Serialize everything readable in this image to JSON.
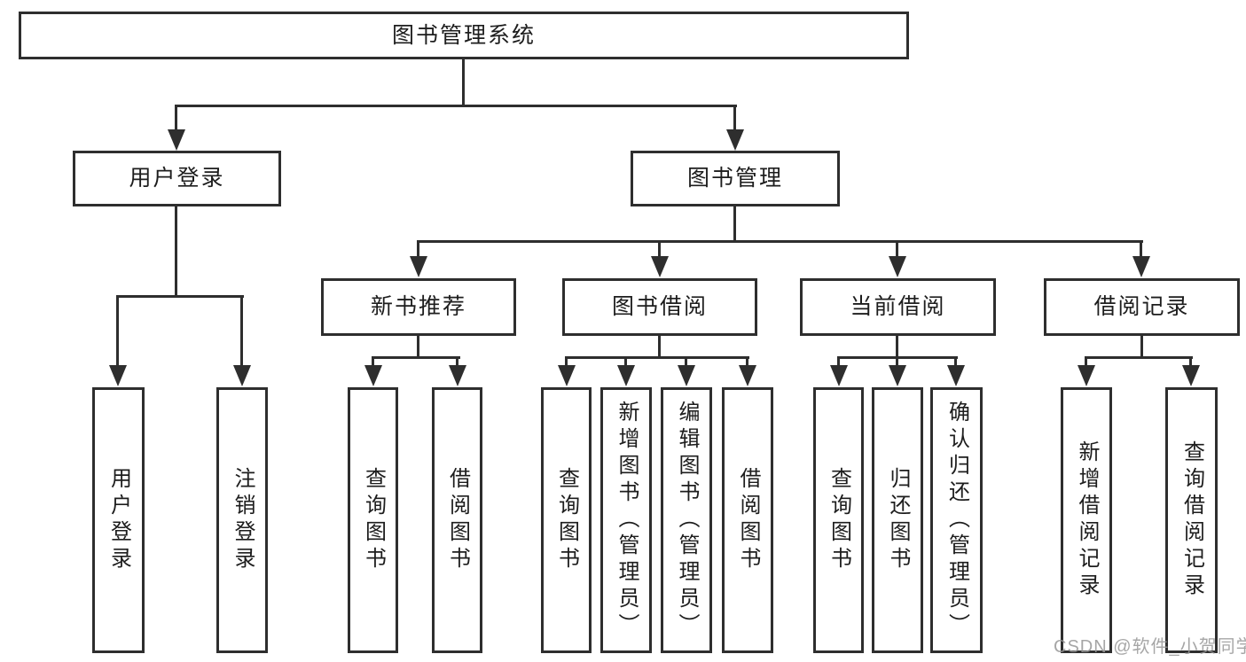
{
  "diagram": {
    "root": {
      "label": "图书管理系统"
    },
    "watermark": "CSDN @软件_小贺同学",
    "branches": [
      {
        "label": "用户登录",
        "children": [
          {
            "label": "用户登录"
          },
          {
            "label": "注销登录"
          }
        ]
      },
      {
        "label": "图书管理",
        "children": [
          {
            "label": "新书推荐",
            "children": [
              {
                "label": "查询图书"
              },
              {
                "label": "借阅图书"
              }
            ]
          },
          {
            "label": "图书借阅",
            "children": [
              {
                "label": "查询图书"
              },
              {
                "label": "新增图书（管理员）"
              },
              {
                "label": "编辑图书（管理员）"
              },
              {
                "label": "借阅图书"
              }
            ]
          },
          {
            "label": "当前借阅",
            "children": [
              {
                "label": "查询图书"
              },
              {
                "label": "归还图书"
              },
              {
                "label": "确认归还（管理员）"
              }
            ]
          },
          {
            "label": "借阅记录",
            "children": [
              {
                "label": "新增借阅记录"
              },
              {
                "label": "查询借阅记录"
              }
            ]
          }
        ]
      }
    ]
  }
}
